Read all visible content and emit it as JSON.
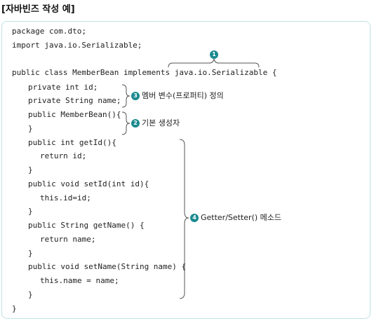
{
  "title": "[자바빈즈 작성 예]",
  "code_lines": [
    "package com.dto;",
    "import java.io.Serializable;",
    "public class MemberBean implements java.io.Serializable {",
    "private int id;",
    "private String name;",
    "public MemberBean(){",
    "}",
    "public int getId(){",
    "return id;",
    "}",
    "public void setId(int id){",
    "this.id=id;",
    "}",
    "public String getName() {",
    "return name;",
    "}",
    "public void setName(String name) {",
    "this.name = name;",
    "}",
    "}"
  ],
  "annotations": {
    "a1": {
      "badge": "1",
      "text": ""
    },
    "a2": {
      "badge": "2",
      "text": "기본 생성자"
    },
    "a3": {
      "badge": "3",
      "text": "멤버 변수(프로퍼티) 정의"
    },
    "a4": {
      "badge": "4",
      "text": "Getter/Setter() 메소드"
    }
  },
  "colors": {
    "accent": "#1b8a8f",
    "border": "#bfe3e5"
  }
}
